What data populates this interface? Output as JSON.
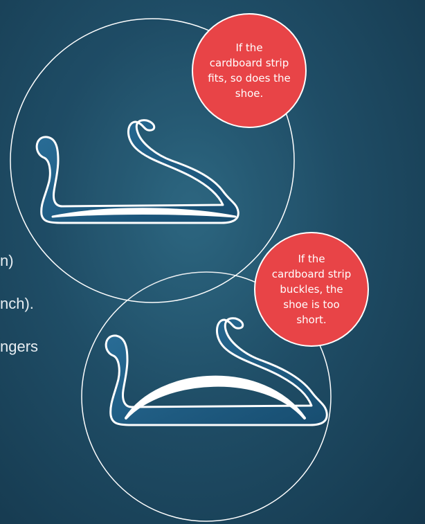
{
  "side_text": {
    "line1": "n)",
    "line2": "nch).",
    "line3": "ngers"
  },
  "callouts": {
    "fits": "If the cardboard strip fits, so does the shoe.",
    "buckles": "If the cardboard strip buckles, the shoe is too short."
  },
  "colors": {
    "callout": "#e84447",
    "shoe_fill": "#1f5a80",
    "outline": "#ffffff"
  },
  "icons": [
    "shoe-section-fit-icon",
    "shoe-section-buckled-icon"
  ]
}
